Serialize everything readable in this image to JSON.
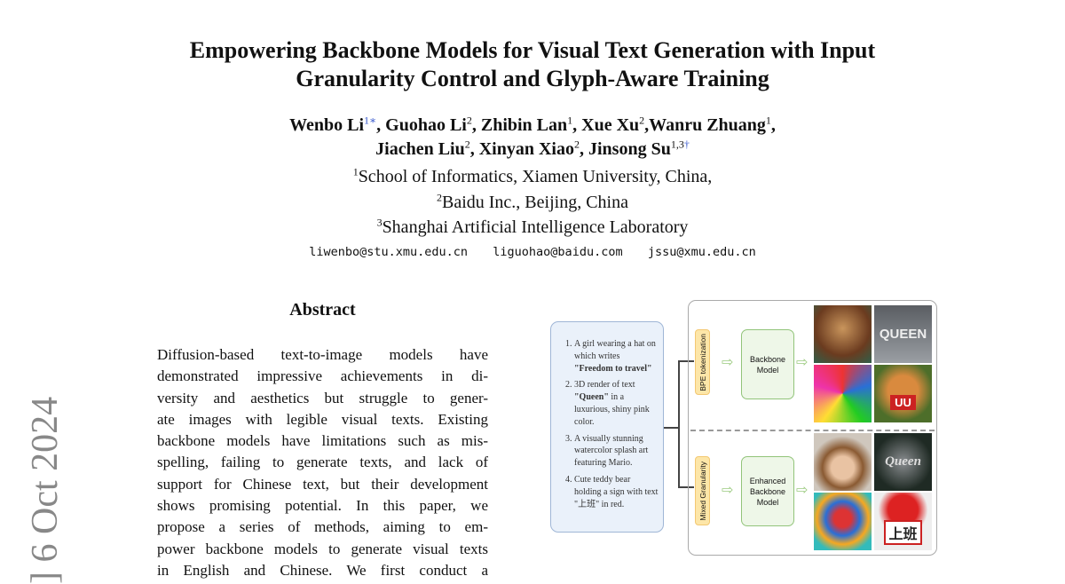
{
  "title": [
    "Empowering Backbone Models for Visual Text Generation with Input",
    "Granularity Control and Glyph-Aware Training"
  ],
  "authors": {
    "a1": "Wenbo Li",
    "s1": "1∗",
    "a2": ", Guohao Li",
    "s2": "2",
    "a3": ", Zhibin Lan",
    "s3": "1",
    "a4": ", Xue Xu",
    "s4": "2",
    "a5": ",Wanru Zhuang",
    "s5": "1",
    "a6": ",",
    "b1": "Jiachen Liu",
    "t1": "2",
    "b2": ", Xinyan Xiao",
    "t2": "2",
    "b3": ", Jinsong Su",
    "t3": "1,3",
    "t4": "†"
  },
  "affiliations": [
    {
      "sup": "1",
      "text": "School of Informatics, Xiamen University, China,"
    },
    {
      "sup": "2",
      "text": "Baidu Inc., Beijing, China"
    },
    {
      "sup": "3",
      "text": "Shanghai Artificial Intelligence Laboratory"
    }
  ],
  "emails": "liwenbo@stu.xmu.edu.cn  liguohao@baidu.com  jssu@xmu.edu.cn",
  "arxiv_stamp": "] 6 Oct 2024",
  "abstract": {
    "heading": "Abstract",
    "lines": [
      "Diffusion-based text-to-image models have",
      "demonstrated impressive achievements in di-",
      "versity and aesthetics but struggle to gener-",
      "ate images with legible visual texts. Existing",
      "backbone models have limitations such as mis-",
      "spelling, failing to generate texts, and lack of",
      "support for Chinese text, but their development",
      "shows promising potential. In this paper, we",
      "propose a series of methods, aiming to em-",
      "power backbone models to generate visual texts",
      "in English and Chinese. We first conduct a"
    ]
  },
  "figure": {
    "prompts": [
      {
        "pre": "A girl wearing a hat on which writes ",
        "bold": "\"Freedom to travel\"",
        "post": ""
      },
      {
        "pre": "3D render of text ",
        "bold": "\"Queen\"",
        "post": " in a luxurious, shiny pink color."
      },
      {
        "pre": "A visually stunning watercolor splash art featuring Mario.",
        "bold": "",
        "post": ""
      },
      {
        "pre": "Cute teddy bear holding a sign with text \"上班\" in red.",
        "bold": "",
        "post": ""
      }
    ],
    "top": {
      "tokenizer": "BPE tokenization",
      "model": "Backbone Model"
    },
    "bottom": {
      "tokenizer": "Mixed Granularity",
      "model": "Enhanced Backbone Model"
    },
    "image_text": {
      "queen_top": "QUEEN",
      "bear_top": "UU",
      "queen_bottom": "Queen",
      "bear_bottom": "上班"
    }
  }
}
